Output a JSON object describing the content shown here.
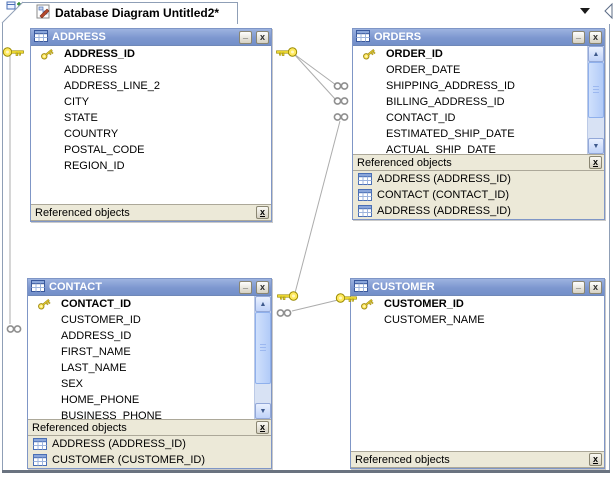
{
  "tab": {
    "title": "Database Diagram Untitled2*"
  },
  "topbar": {
    "dropdown_icon": "tab-list-dropdown",
    "scroll_left_icon": "scroll-left-partial"
  },
  "window_controls": {
    "minimize": "_",
    "close": "x"
  },
  "panel_close_glyph": "x",
  "colors": {
    "titlebar_blue": "#7d97cf",
    "panel_beige": "#ece9d8",
    "key_yellow": "#f5e13a",
    "relationship_line": "#acacac",
    "canvas": "#ffffff"
  },
  "entities": [
    {
      "title": "ADDRESS",
      "panel_label": "Referenced objects",
      "columns": [
        {
          "name": "ADDRESS_ID",
          "pk": true
        },
        {
          "name": "ADDRESS"
        },
        {
          "name": "ADDRESS_LINE_2"
        },
        {
          "name": "CITY"
        },
        {
          "name": "STATE"
        },
        {
          "name": "COUNTRY"
        },
        {
          "name": "POSTAL_CODE"
        },
        {
          "name": "REGION_ID"
        }
      ],
      "referenced": []
    },
    {
      "title": "ORDERS",
      "panel_label": "Referenced objects",
      "columns": [
        {
          "name": "ORDER_ID",
          "pk": true
        },
        {
          "name": "ORDER_DATE"
        },
        {
          "name": "SHIPPING_ADDRESS_ID"
        },
        {
          "name": "BILLING_ADDRESS_ID"
        },
        {
          "name": "CONTACT_ID"
        },
        {
          "name": "ESTIMATED_SHIP_DATE"
        },
        {
          "name": "ACTUAL_SHIP_DATE"
        }
      ],
      "referenced": [
        "ADDRESS (ADDRESS_ID)",
        "CONTACT (CONTACT_ID)",
        "ADDRESS (ADDRESS_ID)"
      ]
    },
    {
      "title": "CONTACT",
      "panel_label": "Referenced objects",
      "columns": [
        {
          "name": "CONTACT_ID",
          "pk": true
        },
        {
          "name": "CUSTOMER_ID"
        },
        {
          "name": "ADDRESS_ID"
        },
        {
          "name": "FIRST_NAME"
        },
        {
          "name": "LAST_NAME"
        },
        {
          "name": "SEX"
        },
        {
          "name": "HOME_PHONE"
        },
        {
          "name": "BUSINESS_PHONE"
        }
      ],
      "referenced": [
        "ADDRESS (ADDRESS_ID)",
        "CUSTOMER (CUSTOMER_ID)"
      ]
    },
    {
      "title": "CUSTOMER",
      "panel_label": "Referenced objects",
      "columns": [
        {
          "name": "CUSTOMER_ID",
          "pk": true
        },
        {
          "name": "CUSTOMER_NAME"
        }
      ],
      "referenced": []
    }
  ],
  "relationships": [
    {
      "one": "ADDRESS",
      "many": "ORDERS",
      "one_symbol": "key",
      "many_symbol": "infinity"
    },
    {
      "one": "ADDRESS",
      "many": "ORDERS",
      "one_symbol": "key",
      "many_symbol": "infinity"
    },
    {
      "one": "CONTACT",
      "many": "ORDERS",
      "one_symbol": "key",
      "many_symbol": "infinity"
    },
    {
      "one": "ADDRESS",
      "many": "CONTACT",
      "one_symbol": "key",
      "many_symbol": "infinity"
    },
    {
      "one": "CUSTOMER",
      "many": "CONTACT",
      "one_symbol": "key",
      "many_symbol": "infinity"
    }
  ]
}
